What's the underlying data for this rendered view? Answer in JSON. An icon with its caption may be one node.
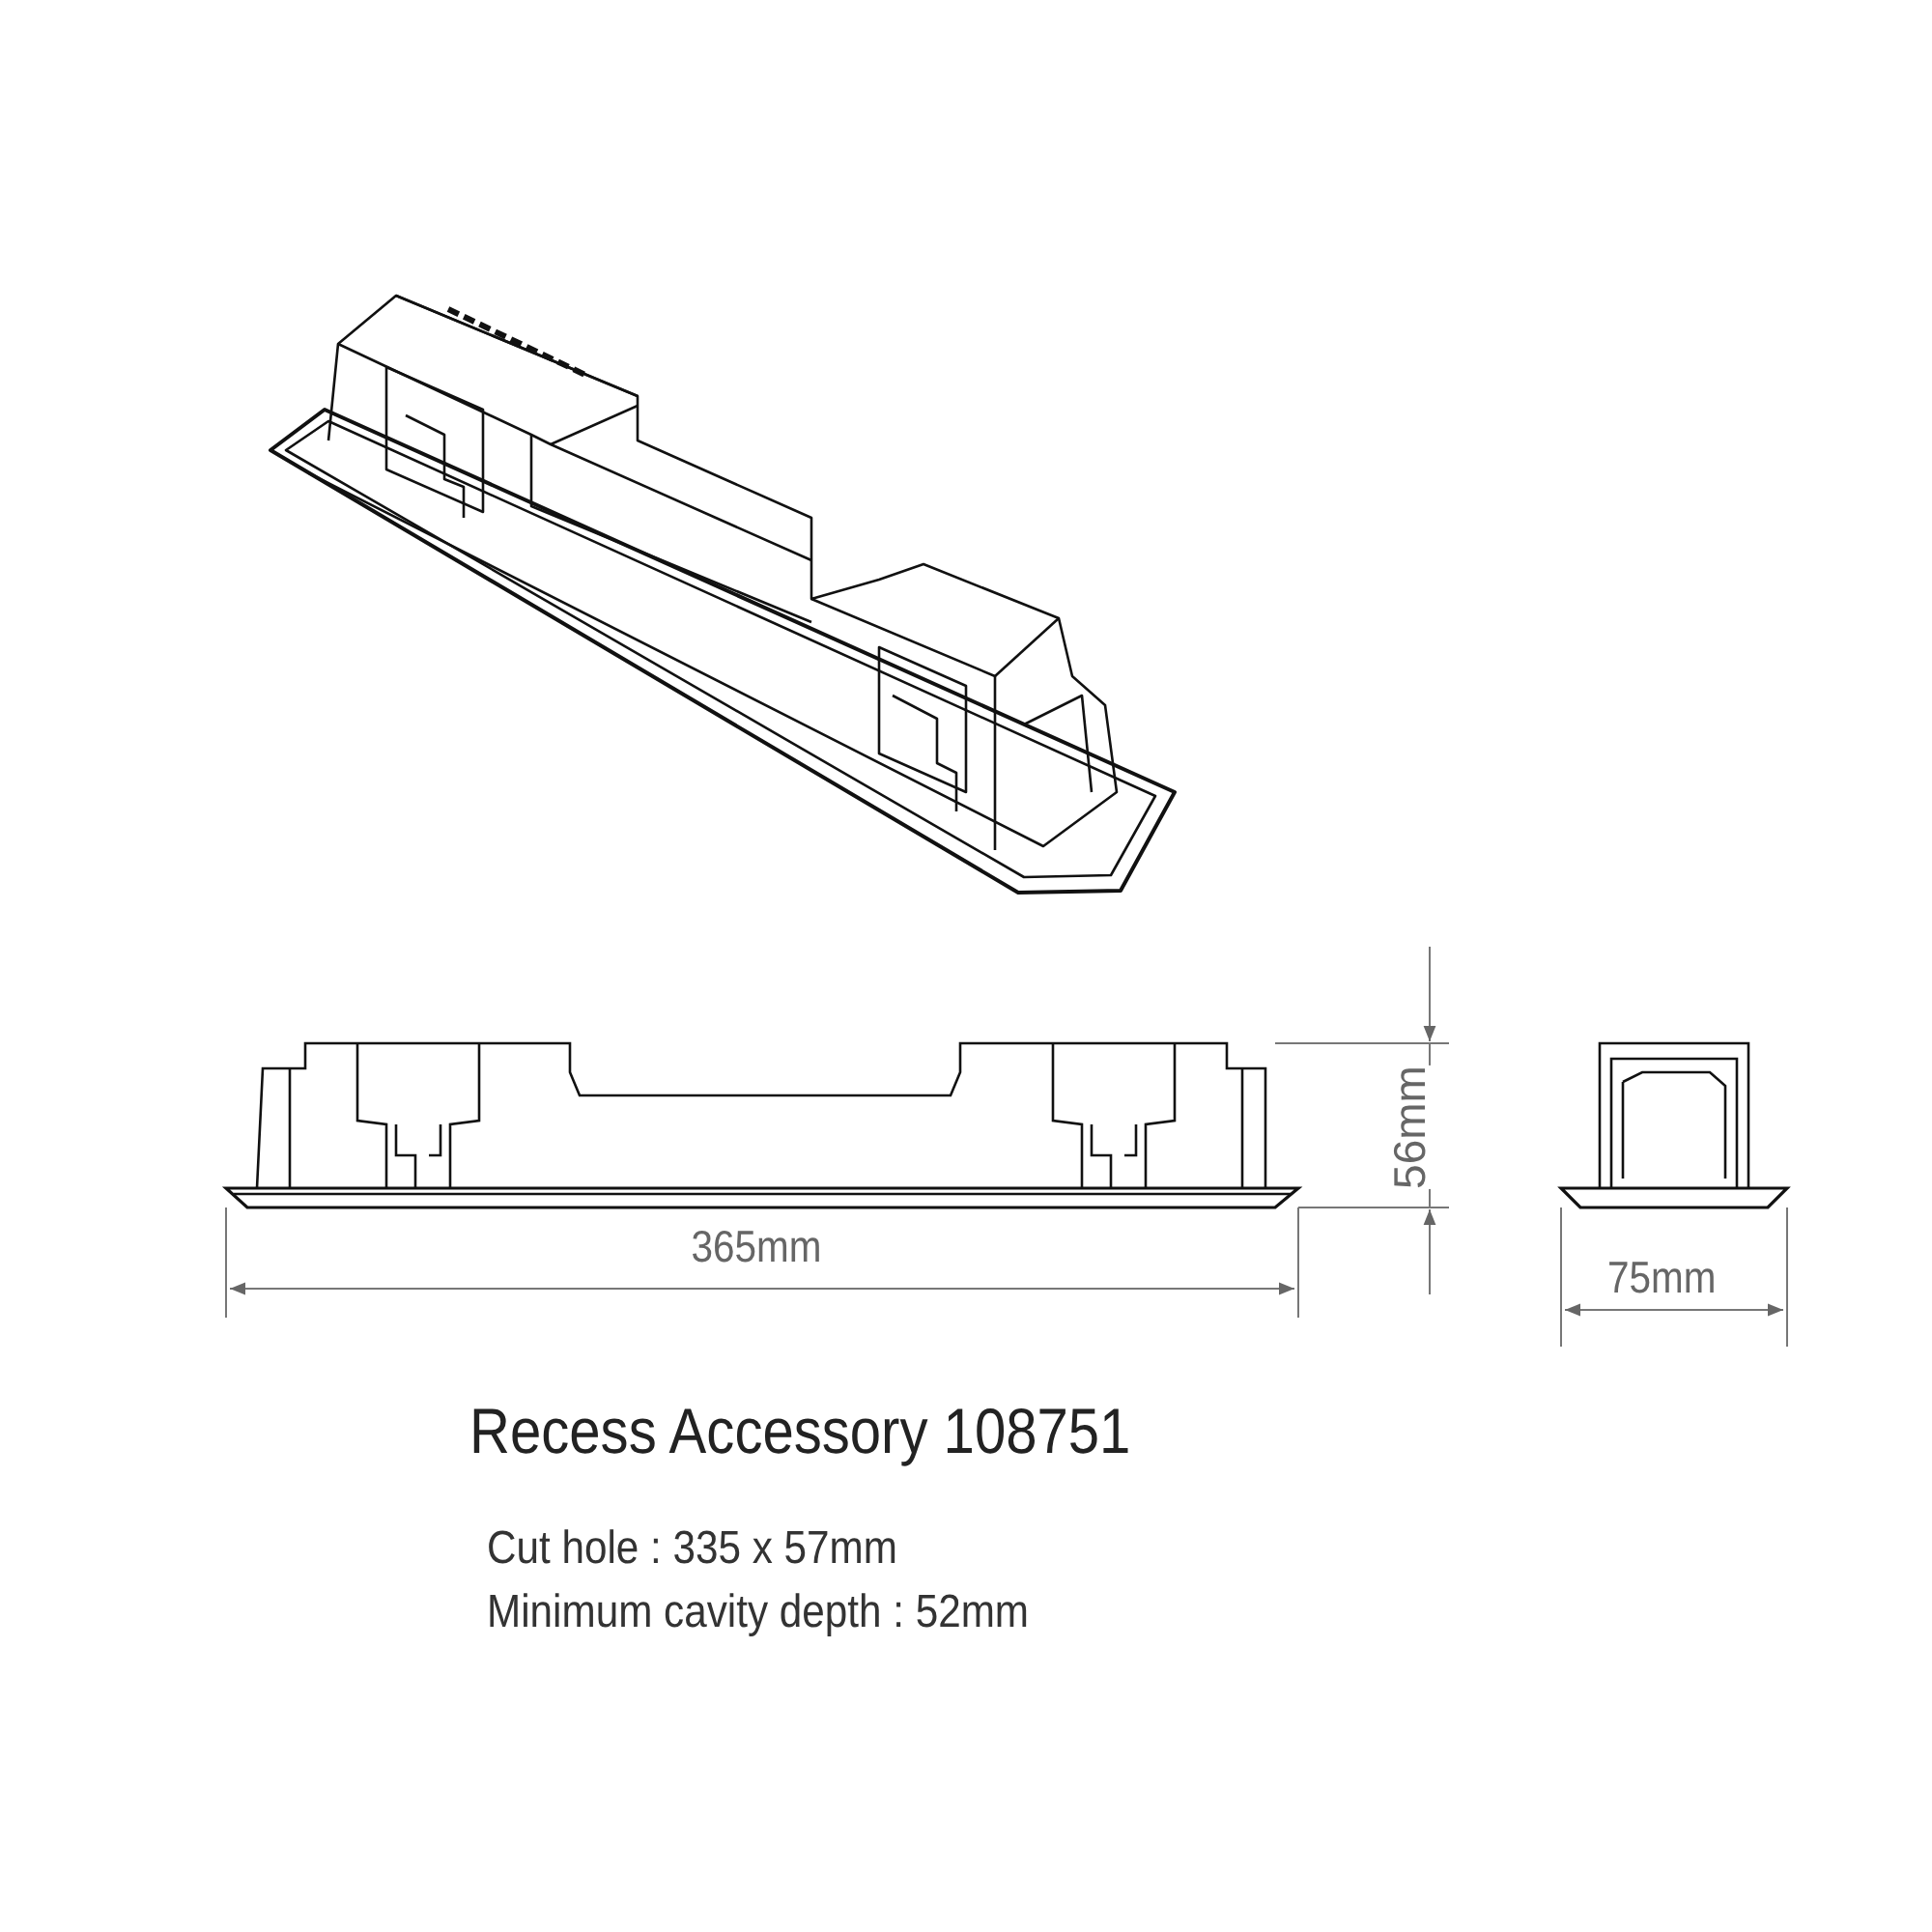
{
  "diagram": {
    "title": "Recess Accessory 108751",
    "labels": [
      "365mm",
      "56mm",
      "75mm",
      "Cut hole : 335 x 57mm",
      "Minimum cavity depth : 52mm"
    ]
  }
}
